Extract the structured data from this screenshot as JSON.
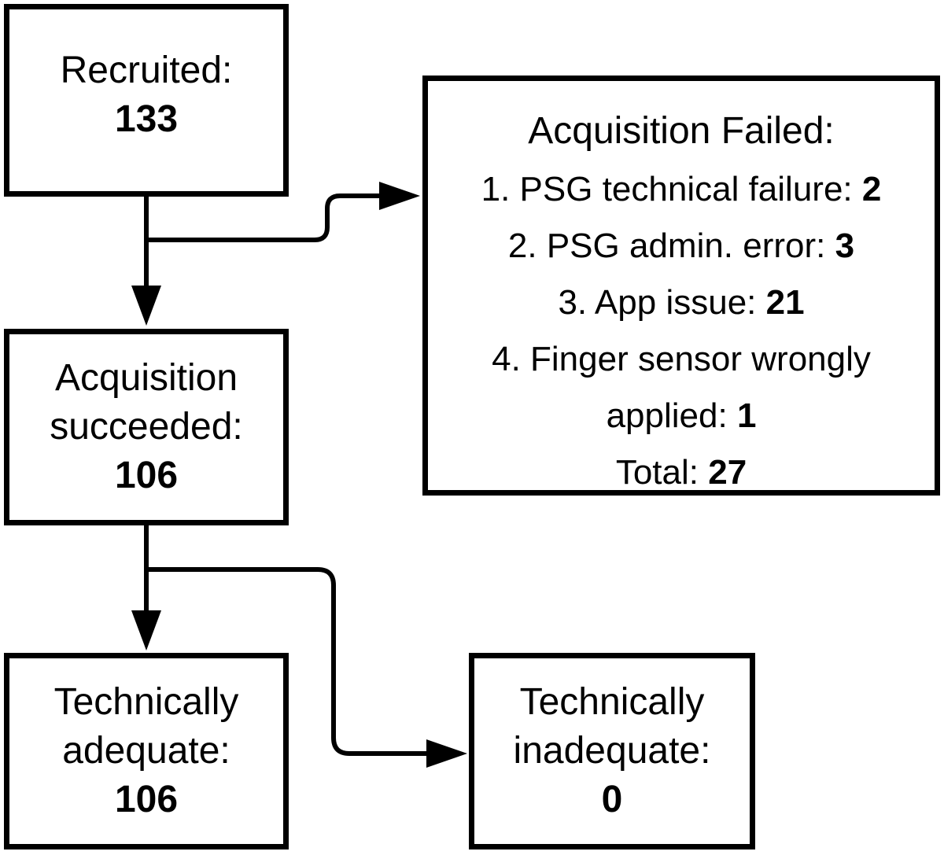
{
  "recruited": {
    "label": "Recruited:",
    "value": "133"
  },
  "succeeded": {
    "label_line1": "Acquisition",
    "label_line2": "succeeded:",
    "value": "106"
  },
  "adequate": {
    "label_line1": "Technically",
    "label_line2": "adequate:",
    "value": "106"
  },
  "inadequate": {
    "label_line1": "Technically",
    "label_line2": "inadequate:",
    "value": "0"
  },
  "failed": {
    "title": "Acquisition Failed:",
    "items": [
      {
        "text": "1. PSG technical failure: ",
        "value": "2"
      },
      {
        "text": "2. PSG admin. error: ",
        "value": "3"
      },
      {
        "text": "3. App issue: ",
        "value": "21"
      },
      {
        "text": "4. Finger sensor wrongly",
        "continuation": "applied: ",
        "value": "1"
      }
    ],
    "total_label": "Total: ",
    "total_value": "27"
  }
}
